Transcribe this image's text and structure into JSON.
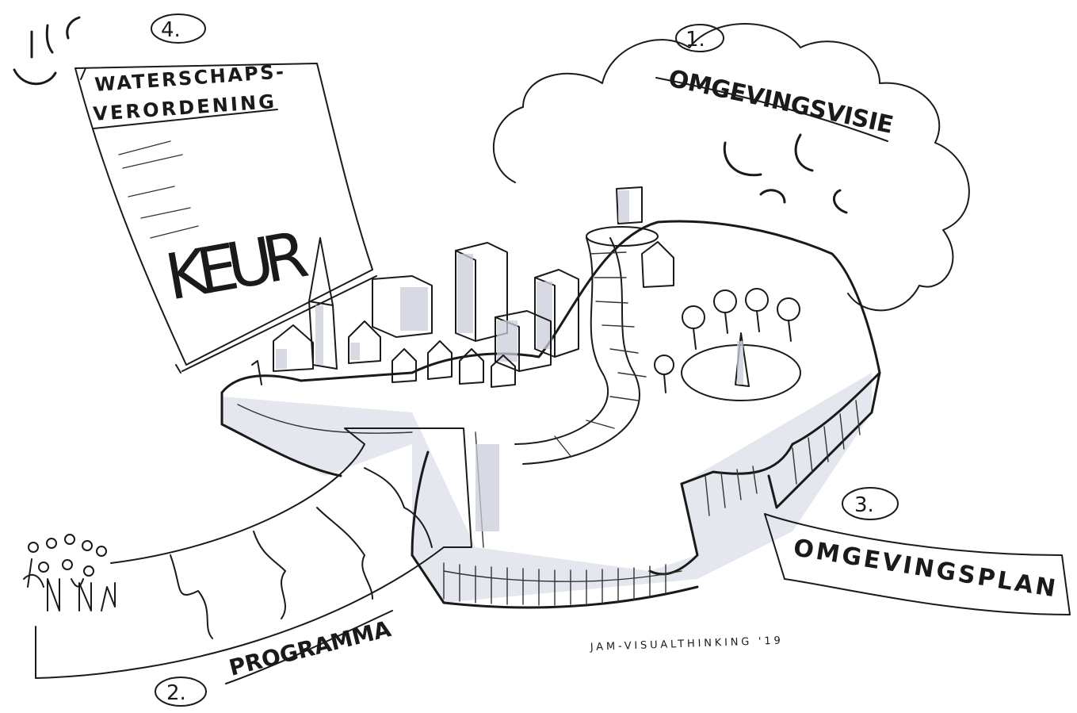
{
  "labels": {
    "visie": {
      "number": "1.",
      "text": "OMGEVINGSVISIE"
    },
    "programma": {
      "number": "2.",
      "text": "PROGRAMMA"
    },
    "plan": {
      "number": "3.",
      "text": "OMGEVINGSPLAN"
    },
    "verordening": {
      "number": "4.",
      "line1": "WATERSCHAPS-",
      "line2": "VERORDENING",
      "stamp": "KEUR"
    }
  },
  "credit": "JAM-VISUALTHINKING '19",
  "colors": {
    "ink": "#1a1a1a",
    "shade": "#c9ccd9",
    "background": "#ffffff"
  },
  "icons": [
    "sun-icon",
    "cloud-icon",
    "people-icon",
    "puzzle-icon",
    "church-icon",
    "tree-icon"
  ]
}
